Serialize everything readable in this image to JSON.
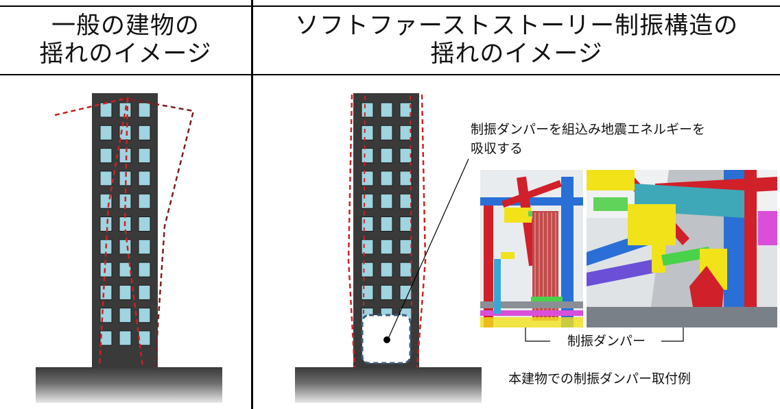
{
  "left_panel": {
    "title_line1": "一般の建物の",
    "title_line2": "揺れのイメージ"
  },
  "right_panel": {
    "title_line1": "ソフトファーストストーリー制振構造の",
    "title_line2": "揺れのイメージ"
  },
  "annotation": {
    "line1": "制振ダンパーを組込み地震エネルギーを",
    "line2": "吸収する"
  },
  "damper_label": "制振ダンパー",
  "photo_caption": "本建物での制振ダンパー取付例",
  "colors": {
    "window": "#9fd4e0",
    "building": "#3a3a3a",
    "deformed_outline": "#cc2222",
    "deformed_outline_alt": "#7a2020",
    "damper_box_border": "#3e5a7a"
  }
}
